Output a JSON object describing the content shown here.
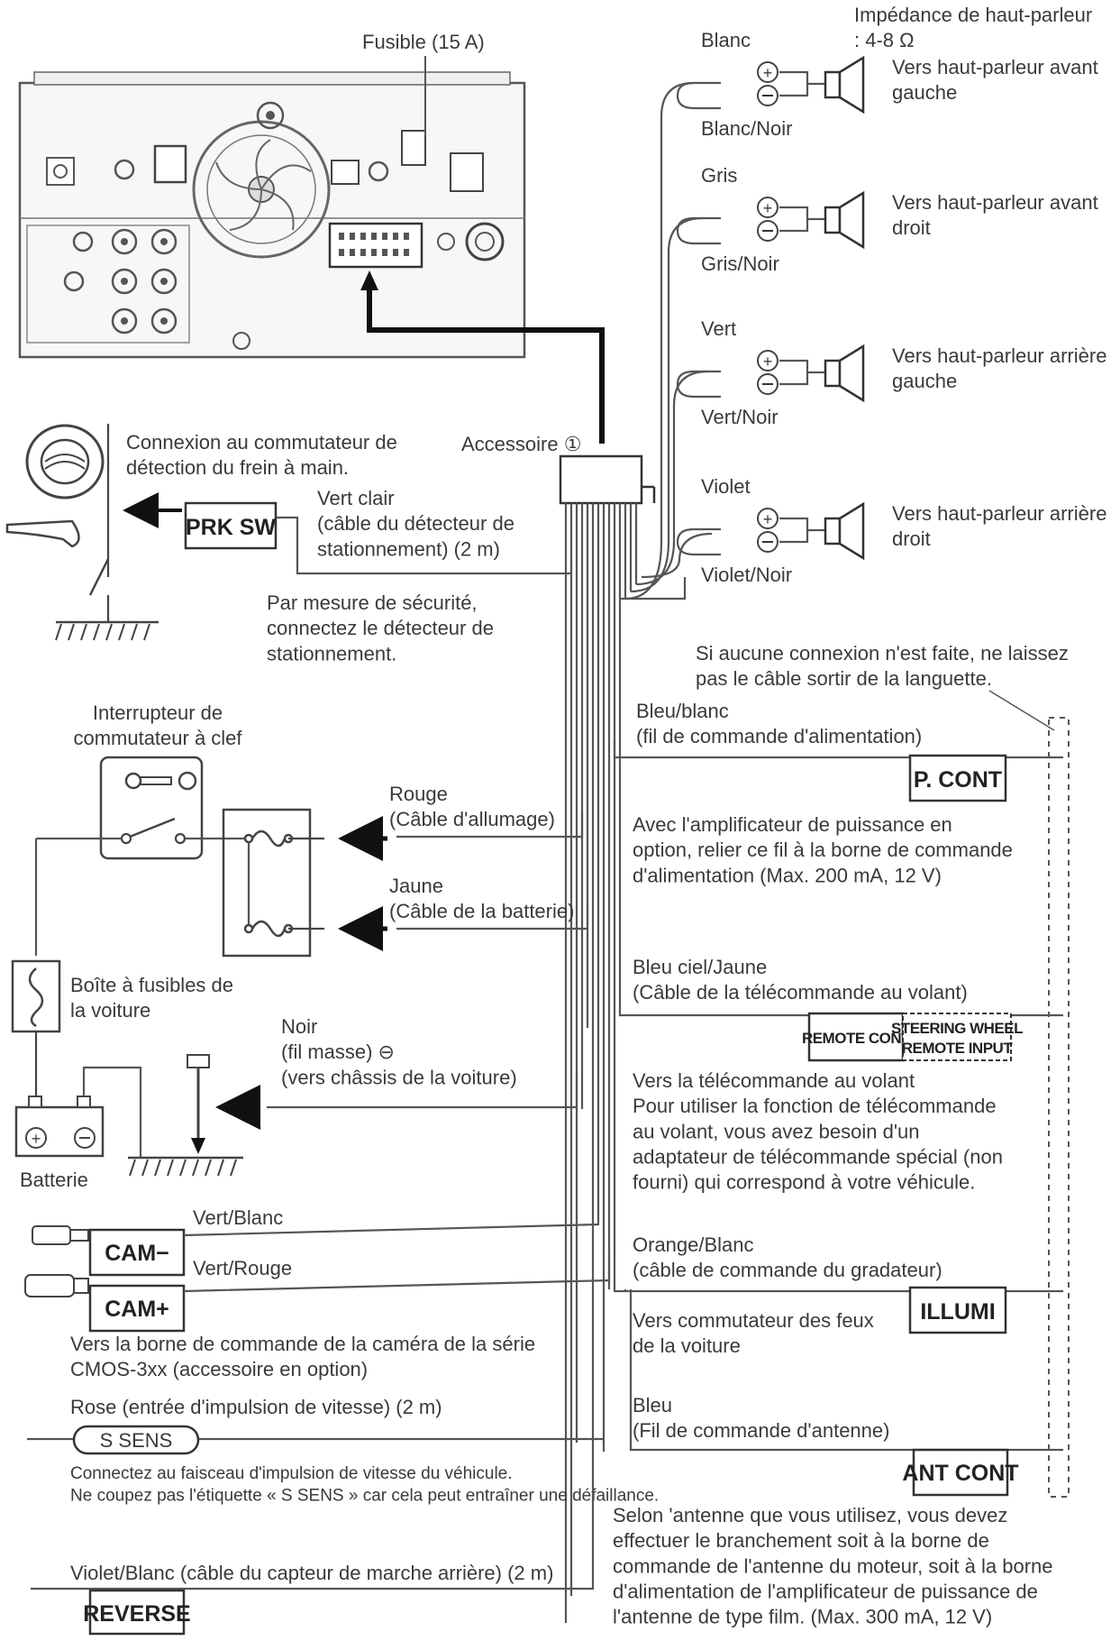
{
  "head_unit": {
    "fuse_label": "Fusible (15 A)"
  },
  "accessory": {
    "label": "Accessoire ①"
  },
  "speakers": {
    "impedance_label": "Impédance de haut-parleur\n: 4-8 Ω",
    "items": [
      {
        "plus": "Blanc",
        "minus": "Blanc/Noir",
        "dest": "Vers haut-parleur avant\ngauche"
      },
      {
        "plus": "Gris",
        "minus": "Gris/Noir",
        "dest": "Vers haut-parleur avant\ndroit"
      },
      {
        "plus": "Vert",
        "minus": "Vert/Noir",
        "dest": "Vers haut-parleur arrière\ngauche"
      },
      {
        "plus": "Violet",
        "minus": "Violet/Noir",
        "dest": "Vers haut-parleur arrière\ndroit"
      }
    ]
  },
  "parking": {
    "connection_text": "Connexion au commutateur de\ndétection du frein à main.",
    "wire_label": "Vert clair\n(câble du détecteur de\nstationnement) (2 m)",
    "tag": "PRK SW",
    "safety_note": "Par mesure de sécurité,\nconnectez le détecteur de\nstationnement."
  },
  "ignition": {
    "switch_label": "Interrupteur de\ncommutateur à clef",
    "red_label": "Rouge\n(Câble d'allumage)",
    "yellow_label": "Jaune\n(Câble de la batterie)",
    "fuse_box_label": "Boîte à fusibles de\nla voiture",
    "black_label": "Noir\n(fil masse) ⊖\n(vers châssis de la voiture)",
    "battery_label": "Batterie"
  },
  "camera": {
    "wire1": "Vert/Blanc",
    "tag1": "CAM−",
    "wire2": "Vert/Rouge",
    "tag2": "CAM+",
    "note": "Vers la borne de commande de la caméra de la série\nCMOS-3xx (accessoire en option)"
  },
  "speed_sensor": {
    "wire": "Rose (entrée d'impulsion de vitesse) (2 m)",
    "tag": "S SENS",
    "note": "Connectez au faisceau d'impulsion de vitesse du véhicule.\nNe coupez pas l'étiquette « S SENS » car cela peut entraîner une défaillance."
  },
  "reverse": {
    "wire": "Violet/Blanc (câble du capteur de marche arrière) (2 m)",
    "tag": "REVERSE"
  },
  "pcont": {
    "tab_note": "Si aucune connexion n'est faite, ne laissez\npas le câble sortir de la languette.",
    "wire": "Bleu/blanc\n(fil de commande d'alimentation)",
    "tag": "P. CONT",
    "note": "Avec l'amplificateur de puissance en\noption, relier ce fil à la borne de commande\nd'alimentation (Max. 200 mA, 12 V)"
  },
  "steering": {
    "wire": "Bleu ciel/Jaune\n(Câble de la télécommande au volant)",
    "tag1": "REMOTE CONT",
    "tag2": "STEERING WHEEL\nREMOTE INPUT",
    "note": "Vers la télécommande au volant\nPour utiliser la fonction de télécommande\nau volant, vous avez besoin d'un\nadaptateur de télécommande spécial (non\nfourni) qui correspond à votre véhicule."
  },
  "illumi": {
    "wire": "Orange/Blanc\n(câble de commande du gradateur)",
    "tag": "ILLUMI",
    "note": "Vers commutateur des feux\nde la voiture"
  },
  "antenna": {
    "wire": "Bleu\n(Fil de commande d'antenne)",
    "tag": "ANT CONT",
    "note": "Selon 'antenne que vous utilisez, vous devez\neffectuer le branchement soit à la borne de\ncommande de l'antenne du moteur, soit à la borne\nd'alimentation de l'amplificateur de puissance de\nl'antenne de type film. (Max. 300 mA, 12 V)"
  }
}
